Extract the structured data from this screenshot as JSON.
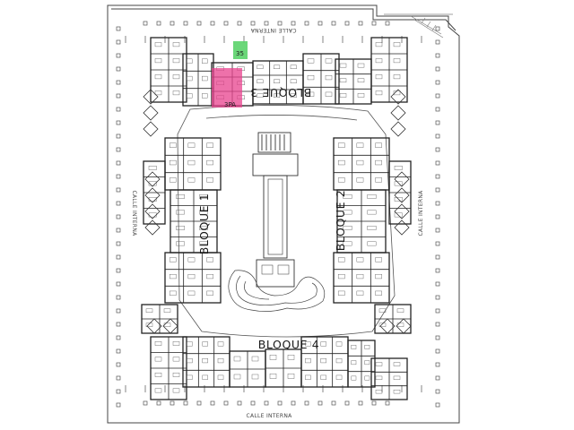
{
  "streets": {
    "top": "CALLE INTERNA",
    "bottom": "CALLE INTERNA",
    "left": "CALLE INTERNA",
    "right": "CALLE INTERNA"
  },
  "blocks": {
    "b1": "BLOQUE 1",
    "b2": "BLOQUE 2",
    "b3": "BLOQUE 3",
    "b4": "BLOQUE 4"
  },
  "highlights": {
    "parking_label": "35",
    "parking_color": "#5bd36a",
    "unit_label": "3PA",
    "unit_color": "#e8418d",
    "unit_text_color": "#3b2a8a"
  },
  "colors": {
    "line": "#333333",
    "light_line": "#9a9a9a"
  }
}
